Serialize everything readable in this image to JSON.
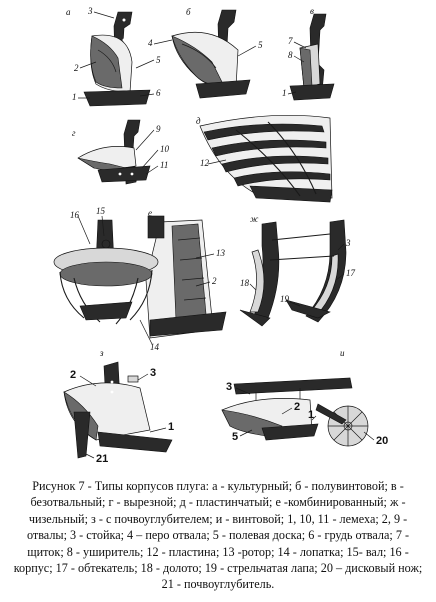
{
  "figure": {
    "panel_letters": {
      "a": "а",
      "b": "б",
      "v": "в",
      "g": "г",
      "d": "д",
      "e": "е",
      "zh": "ж",
      "z": "з",
      "i": "и"
    },
    "part_numbers": {
      "p_a_3": "3",
      "p_a_2": "2",
      "p_a_5": "5",
      "p_a_6": "6",
      "p_a_1": "1",
      "p_b_4": "4",
      "p_b_5": "5",
      "p_v_7": "7",
      "p_v_8": "8",
      "p_v_1": "1",
      "p_g_9": "9",
      "p_g_10": "10",
      "p_g_11": "11",
      "p_d_12": "12",
      "p_e_16": "16",
      "p_e_15": "15",
      "p_e_13": "13",
      "p_e_2": "2",
      "p_e_14": "14",
      "p_zh_3": "3",
      "p_zh_18": "18",
      "p_zh_17": "17",
      "p_zh_19": "19",
      "p_z_2": "2",
      "p_z_3": "3",
      "p_z_1": "1",
      "p_z_21": "21",
      "p_i_3": "3",
      "p_i_2": "2",
      "p_i_1": "1",
      "p_i_5": "5",
      "p_i_20": "20"
    }
  },
  "caption": {
    "text": "Рисунок 7 -  Типы корпусов плуга: а - культурный; б - полувинтовой; в - безотвальный; г - вырезной; д - пластинчатый; е -комбинированный; ж -  чизельный; з -  с почвоуглубителем; и -  винтовой;  1, 10, 11 - лемеха; 2, 9 - отвалы; 3 - стойка; 4 – перо отвала; 5 - полевая доска; 6 - грудь отвала; 7 - щиток; 8 - уширитель; 12 - пластина; 13 -ротор; 14 - лопатка; 15- вал; 16 - корпус; 17 - обтекатель; 18 - долото; 19 - стрельчатая лапа; 20 – дисковый нож; 21 - почвоуглубитель."
  }
}
